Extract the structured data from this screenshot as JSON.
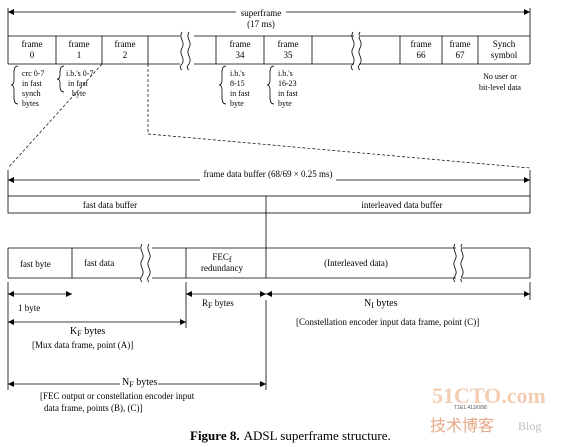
{
  "superframe": {
    "title": "superframe",
    "duration": "(17 ms)",
    "cells": [
      {
        "label": "frame",
        "num": "0"
      },
      {
        "label": "frame",
        "num": "1"
      },
      {
        "label": "frame",
        "num": "2"
      },
      {
        "label": "frame",
        "num": "34"
      },
      {
        "label": "frame",
        "num": "35"
      },
      {
        "label": "frame",
        "num": "66"
      },
      {
        "label": "frame",
        "num": "67"
      },
      {
        "label": "Synch",
        "num": "symbol"
      }
    ],
    "notes": {
      "frame0": [
        "crc 0-7",
        "in fast",
        "synch",
        "bytes"
      ],
      "frame1": [
        "i.b.'s 0-7",
        "in fast",
        "byte"
      ],
      "frame34": [
        "i.b.'s",
        "8-15",
        "in fast",
        "byte"
      ],
      "frame35": [
        "i.b.'s",
        "16-23",
        "in fast",
        "byte"
      ],
      "synch": [
        "No user or",
        "bit-level data"
      ]
    }
  },
  "frame_buffer": {
    "title": "frame data buffer (68/69 × 0.25 ms)",
    "fast_title": "fast data buffer",
    "interleaved_title": "interleaved data buffer",
    "cells": {
      "fast_byte": "fast byte",
      "fast_data": "fast data",
      "fec_label": "FEC",
      "fec_sub": "f",
      "fec_redundancy": "redundancy",
      "interleaved_data": "(Interleaved data)"
    }
  },
  "dimensions": {
    "one_byte": "1 byte",
    "rf_prefix": "R",
    "rf_sub": "F",
    "rf_suffix": " bytes",
    "ni_prefix": "N",
    "ni_sub": "I",
    "ni_suffix": " bytes",
    "ni_note": "[Constellation encoder input data frame, point (C)]",
    "kf_prefix": "K",
    "kf_sub": "F",
    "kf_suffix": " bytes",
    "kf_note": "[Mux data frame, point (A)]",
    "nf_prefix": "N",
    "nf_sub": "F",
    "nf_suffix": " bytes",
    "nf_note_line1": "[FEC output or constellation encoder input",
    "nf_note_line2": "data frame, points (B), (C)]"
  },
  "figure_code": "T1E1.413/0/98",
  "watermark": {
    "brand": "51CTO.com",
    "chinese": "技术博客",
    "blog": "Blog"
  },
  "caption": {
    "label": "Figure 8.",
    "text": "ADSL superframe structure."
  }
}
